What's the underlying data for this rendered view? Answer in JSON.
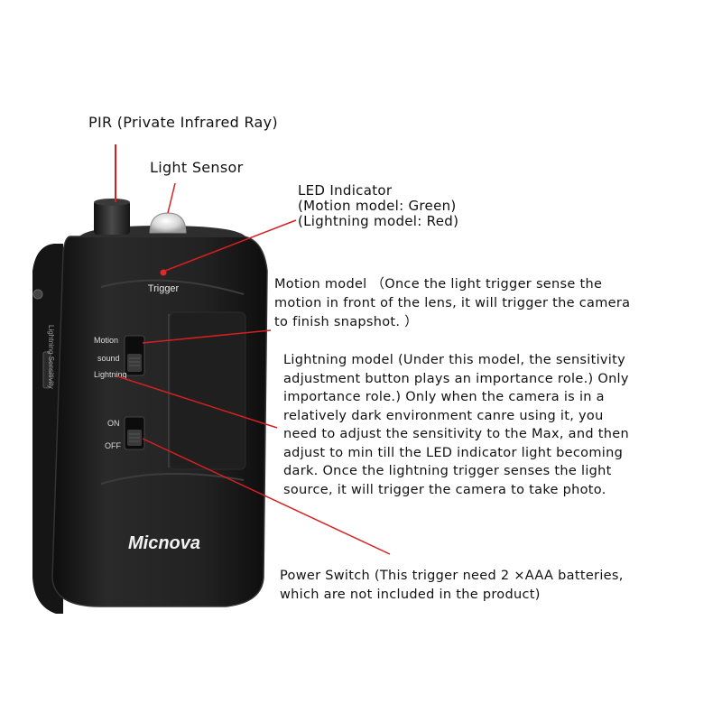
{
  "device": {
    "brand": "Micnova",
    "trigger_label": "Trigger",
    "mode_labels": [
      "Motion",
      "sound",
      "Lightning"
    ],
    "power_labels": [
      "ON",
      "OFF"
    ],
    "side_label": "Lightning Sensitivity"
  },
  "callouts": [
    {
      "id": "pir",
      "lines": [
        "PIR (Private Infrared Ray)"
      ]
    },
    {
      "id": "light-sensor",
      "lines": [
        "Light Sensor"
      ]
    },
    {
      "id": "led",
      "lines": [
        "LED Indicator",
        "(Motion model: Green)",
        "(Lightning model: Red)"
      ]
    },
    {
      "id": "motion",
      "lines": [
        "Motion model  （Once the light trigger sense the",
        "motion in front of the lens, it will trigger the camera",
        "to finish snapshot. ）"
      ]
    },
    {
      "id": "lightning",
      "lines": [
        "Lightning model (Under this model, the sensitivity",
        "adjustment button plays an importance role.) Only",
        "importance role.) Only when the camera is in a",
        "relatively dark environment canre using it, you",
        "need to adjust the sensitivity to the Max, and then",
        "adjust to min till the LED indicator light becoming",
        "dark. Once the lightning trigger senses the light",
        "source, it will trigger the camera to take photo."
      ]
    },
    {
      "id": "power",
      "lines": [
        "Power Switch (This trigger need 2 ×AAA batteries,",
        "which are not included in the product)"
      ]
    }
  ],
  "colors": {
    "leader": "#d42020",
    "device": "#1c1c1c",
    "device_edge": "#3a3a3a",
    "text": "#111111",
    "led": "#e02a2a"
  }
}
